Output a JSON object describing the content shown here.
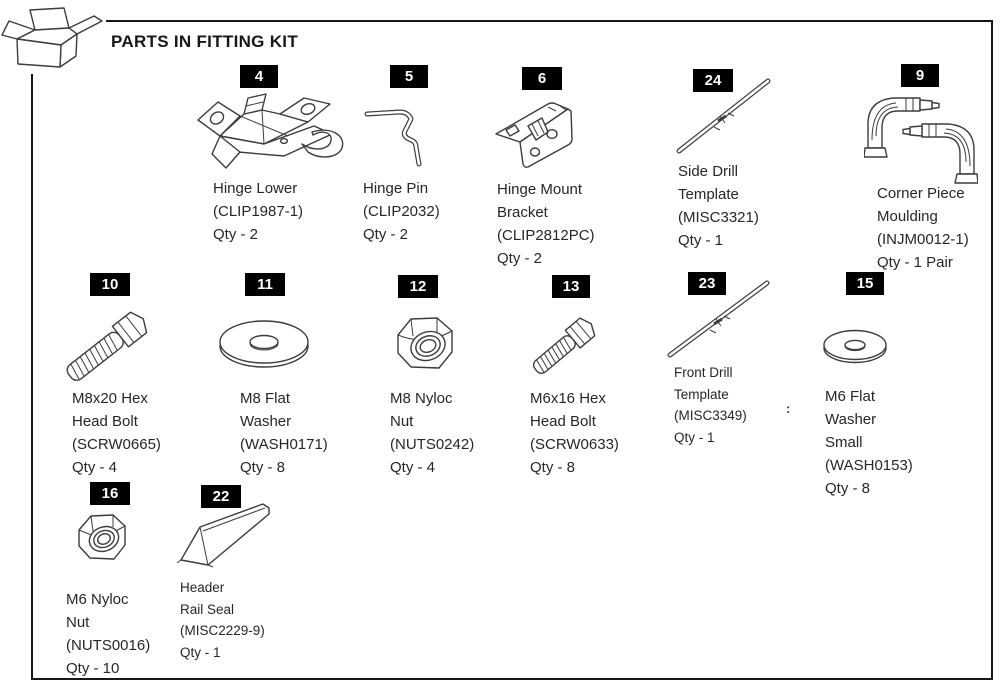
{
  "page": {
    "title": "PARTS IN FITTING KIT",
    "stray_mark": ":"
  },
  "icons": {
    "kit_box": "open-cardboard-box"
  },
  "colors": {
    "background": "#ffffff",
    "border": "#17171a",
    "ink": "#26262b",
    "line_art": "#3c3c41",
    "badge_bg": "#000000",
    "badge_text": "#ffffff"
  },
  "parts": [
    {
      "number": "4",
      "name": "Hinge Lower",
      "code": "(CLIP1987-1)",
      "qty": "Qty - 2"
    },
    {
      "number": "5",
      "name": "Hinge Pin",
      "code": "(CLIP2032)",
      "qty": "Qty - 2"
    },
    {
      "number": "6",
      "name": "Hinge Mount Bracket",
      "code": "(CLIP2812PC)",
      "qty": "Qty - 2"
    },
    {
      "number": "24",
      "name": "Side Drill Template",
      "code": "(MISC3321)",
      "qty": "Qty - 1"
    },
    {
      "number": "9",
      "name": "Corner Piece Moulding",
      "code": "(INJM0012-1)",
      "qty": "Qty - 1 Pair"
    },
    {
      "number": "10",
      "name": "M8x20 Hex Head Bolt",
      "code": "(SCRW0665)",
      "qty": "Qty - 4"
    },
    {
      "number": "11",
      "name": "M8 Flat Washer",
      "code": "(WASH0171)",
      "qty": "Qty - 8"
    },
    {
      "number": "12",
      "name": "M8 Nyloc Nut",
      "code": "(NUTS0242)",
      "qty": "Qty - 4"
    },
    {
      "number": "13",
      "name": "M6x16 Hex Head Bolt",
      "code": "(SCRW0633)",
      "qty": "Qty - 8"
    },
    {
      "number": "23",
      "name": "Front Drill Template",
      "code": "(MISC3349)",
      "qty": "Qty - 1"
    },
    {
      "number": "15",
      "name": "M6 Flat Washer Small",
      "code": "(WASH0153)",
      "qty": "Qty - 8"
    },
    {
      "number": "16",
      "name": "M6 Nyloc Nut",
      "code": "(NUTS0016)",
      "qty": "Qty - 10"
    },
    {
      "number": "22",
      "name": "Header Rail Seal",
      "code": "(MISC2229-9)",
      "qty": "Qty - 1"
    }
  ]
}
